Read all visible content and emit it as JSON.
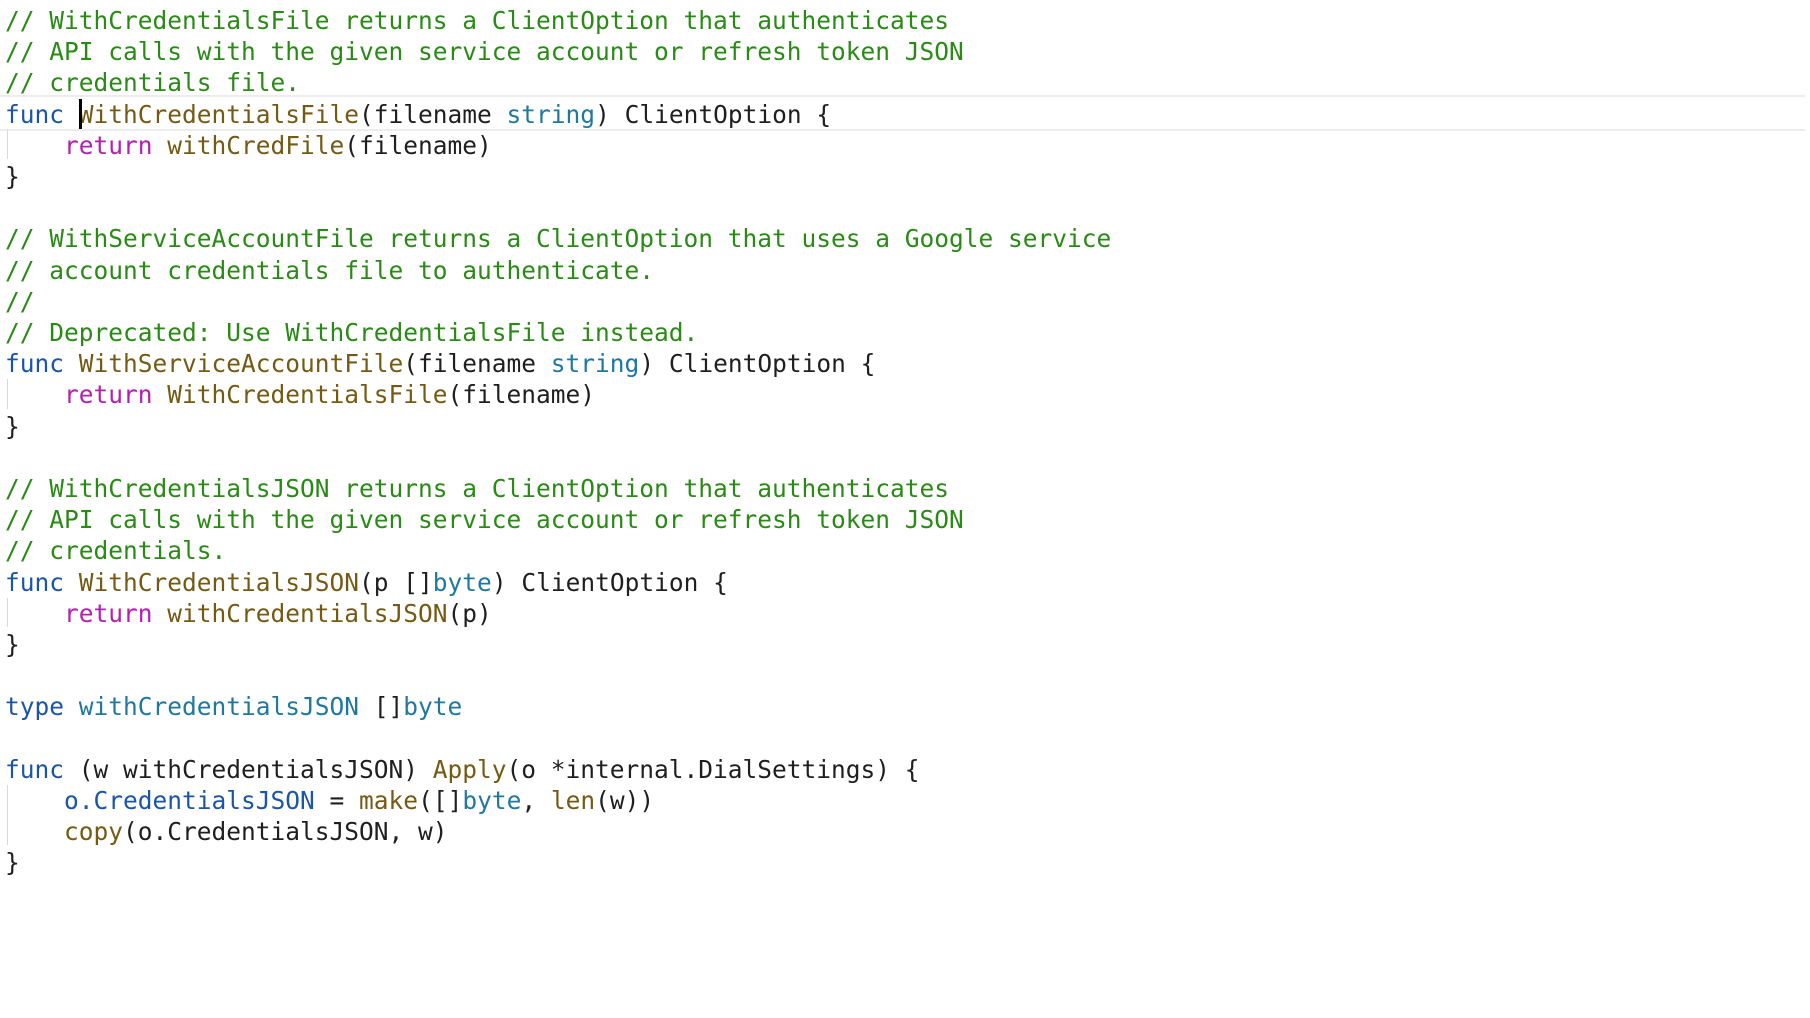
{
  "editor": {
    "language": "go",
    "colors": {
      "comment": "#2a8a16",
      "keyword": "#1b55a8",
      "return": "#b31fb3",
      "function": "#755a14",
      "type": "#1f78a0",
      "plain": "#1f1f1f"
    },
    "lines": [
      {
        "tokens": [
          {
            "kind": "c",
            "text": "// WithCredentialsFile returns a ClientOption that authenticates"
          }
        ]
      },
      {
        "tokens": [
          {
            "kind": "c",
            "text": "// API calls with the given service account or refresh token JSON"
          }
        ]
      },
      {
        "tokens": [
          {
            "kind": "c",
            "text": "// credentials file."
          }
        ]
      },
      {
        "current": true,
        "tokens": [
          {
            "kind": "k",
            "text": "func "
          },
          {
            "kind": "cursor",
            "text": ""
          },
          {
            "kind": "f",
            "text": "WithCredentialsFile"
          },
          {
            "kind": "p",
            "text": "(filename "
          },
          {
            "kind": "t",
            "text": "string"
          },
          {
            "kind": "p",
            "text": ") ClientOption {"
          }
        ]
      },
      {
        "tokens": [
          {
            "kind": "p",
            "text": "    "
          },
          {
            "kind": "r",
            "text": "return "
          },
          {
            "kind": "f",
            "text": "withCredFile"
          },
          {
            "kind": "p",
            "text": "(filename)"
          }
        ]
      },
      {
        "tokens": [
          {
            "kind": "p",
            "text": "}"
          }
        ]
      },
      {
        "tokens": []
      },
      {
        "tokens": [
          {
            "kind": "c",
            "text": "// WithServiceAccountFile returns a ClientOption that uses a Google service"
          }
        ]
      },
      {
        "tokens": [
          {
            "kind": "c",
            "text": "// account credentials file to authenticate."
          }
        ]
      },
      {
        "tokens": [
          {
            "kind": "c",
            "text": "//"
          }
        ]
      },
      {
        "tokens": [
          {
            "kind": "c",
            "text": "// Deprecated: Use WithCredentialsFile instead."
          }
        ]
      },
      {
        "tokens": [
          {
            "kind": "k",
            "text": "func "
          },
          {
            "kind": "f",
            "text": "WithServiceAccountFile"
          },
          {
            "kind": "p",
            "text": "(filename "
          },
          {
            "kind": "t",
            "text": "string"
          },
          {
            "kind": "p",
            "text": ") ClientOption {"
          }
        ]
      },
      {
        "tokens": [
          {
            "kind": "p",
            "text": "    "
          },
          {
            "kind": "r",
            "text": "return "
          },
          {
            "kind": "f",
            "text": "WithCredentialsFile"
          },
          {
            "kind": "p",
            "text": "(filename)"
          }
        ]
      },
      {
        "tokens": [
          {
            "kind": "p",
            "text": "}"
          }
        ]
      },
      {
        "tokens": []
      },
      {
        "tokens": [
          {
            "kind": "c",
            "text": "// WithCredentialsJSON returns a ClientOption that authenticates"
          }
        ]
      },
      {
        "tokens": [
          {
            "kind": "c",
            "text": "// API calls with the given service account or refresh token JSON"
          }
        ]
      },
      {
        "tokens": [
          {
            "kind": "c",
            "text": "// credentials."
          }
        ]
      },
      {
        "tokens": [
          {
            "kind": "k",
            "text": "func "
          },
          {
            "kind": "f",
            "text": "WithCredentialsJSON"
          },
          {
            "kind": "p",
            "text": "(p []"
          },
          {
            "kind": "t",
            "text": "byte"
          },
          {
            "kind": "p",
            "text": ") ClientOption {"
          }
        ]
      },
      {
        "tokens": [
          {
            "kind": "p",
            "text": "    "
          },
          {
            "kind": "r",
            "text": "return "
          },
          {
            "kind": "f",
            "text": "withCredentialsJSON"
          },
          {
            "kind": "p",
            "text": "(p)"
          }
        ]
      },
      {
        "tokens": [
          {
            "kind": "p",
            "text": "}"
          }
        ]
      },
      {
        "tokens": []
      },
      {
        "tokens": [
          {
            "kind": "k",
            "text": "type "
          },
          {
            "kind": "t",
            "text": "withCredentialsJSON"
          },
          {
            "kind": "p",
            "text": " []"
          },
          {
            "kind": "t",
            "text": "byte"
          }
        ]
      },
      {
        "tokens": []
      },
      {
        "tokens": [
          {
            "kind": "k",
            "text": "func "
          },
          {
            "kind": "p",
            "text": "(w withCredentialsJSON) "
          },
          {
            "kind": "f",
            "text": "Apply"
          },
          {
            "kind": "p",
            "text": "(o *internal.DialSettings) {"
          }
        ]
      },
      {
        "tokens": [
          {
            "kind": "p",
            "text": "    "
          },
          {
            "kind": "v",
            "text": "o.CredentialsJSON"
          },
          {
            "kind": "p",
            "text": " = "
          },
          {
            "kind": "f",
            "text": "make"
          },
          {
            "kind": "p",
            "text": "([]"
          },
          {
            "kind": "t",
            "text": "byte"
          },
          {
            "kind": "p",
            "text": ", "
          },
          {
            "kind": "f",
            "text": "len"
          },
          {
            "kind": "p",
            "text": "(w))"
          }
        ]
      },
      {
        "tokens": [
          {
            "kind": "p",
            "text": "    "
          },
          {
            "kind": "f",
            "text": "copy"
          },
          {
            "kind": "p",
            "text": "(o.CredentialsJSON, w)"
          }
        ]
      },
      {
        "tokens": [
          {
            "kind": "p",
            "text": "}"
          }
        ]
      }
    ]
  }
}
